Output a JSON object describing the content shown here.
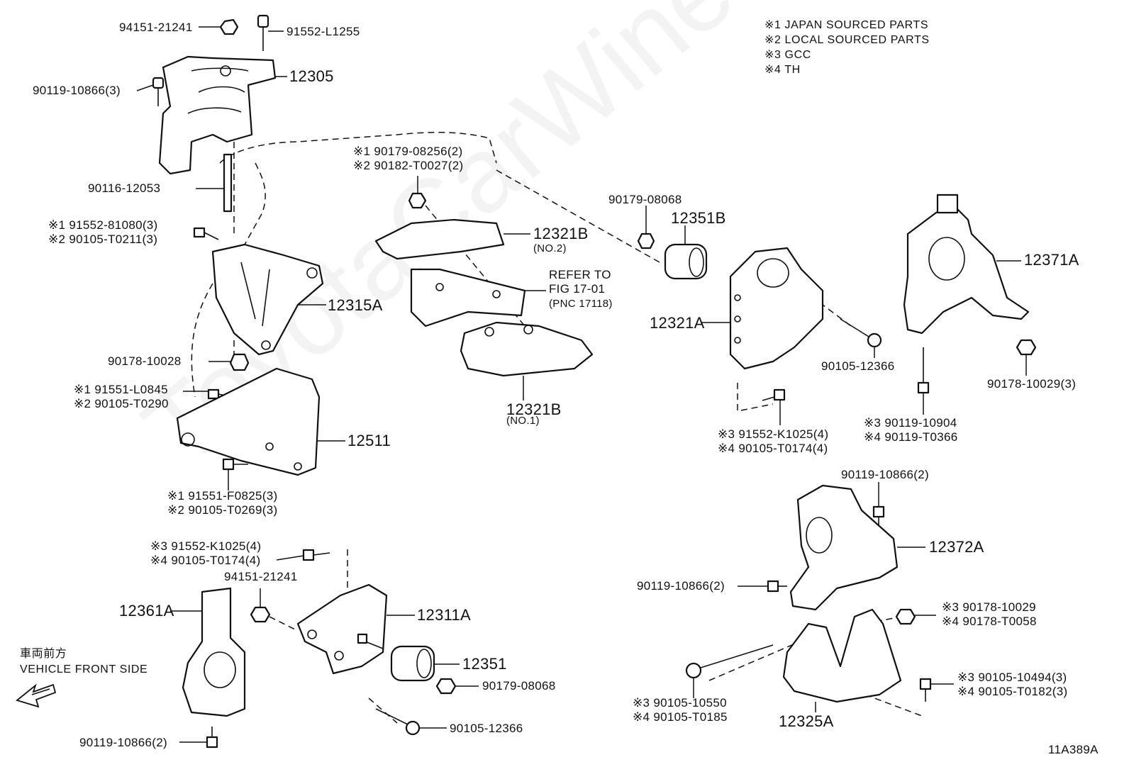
{
  "notes": [
    "※1 JAPAN SOURCED PARTS",
    "※2 LOCAL SOURCED PARTS",
    "※3 GCC",
    "※4 TH"
  ],
  "watermark": "ToyotaCarWine.ru",
  "figure_code": "11A389A",
  "front_direction": {
    "japanese": "車両前方",
    "english": "VEHICLE FRONT SIDE"
  },
  "refer": {
    "line1": "REFER TO",
    "line2": "FIG 17-01",
    "line3": "(PNC 17118)"
  },
  "parts": {
    "p94151_top": "94151-21241",
    "p91552_L1255": "91552-L1255",
    "p12305": "12305",
    "p90119_10866_3": "90119-10866(3)",
    "p90116_12053": "90116-12053",
    "p91552_81080": "※1 91552-81080(3)",
    "p90105_T0211": "※2 90105-T0211(3)",
    "p12315A": "12315A",
    "p90178_10028": "90178-10028",
    "p91551_L0845": "※1 91551-L0845",
    "p90105_T0290": "※2 90105-T0290",
    "p12511": "12511",
    "p91551_F0825": "※1 91551-F0825(3)",
    "p90105_T0269": "※2 90105-T0269(3)",
    "p90179_08256": "※1 90179-08256(2)",
    "p90182_T0027": "※2 90182-T0027(2)",
    "p12321B_no2": "12321B",
    "p12321B_no2_sub": "(NO.2)",
    "p12321B_no1": "12321B",
    "p12321B_no1_sub": "(NO.1)",
    "p90179_08068_top": "90179-08068",
    "p12351B": "12351B",
    "p12321A": "12321A",
    "p90105_12366_right": "90105-12366",
    "p91552_K1025_right": "※3 91552-K1025(4)",
    "p90105_T0174_right": "※4 90105-T0174(4)",
    "p12371A": "12371A",
    "p90178_10029_3": "90178-10029(3)",
    "p90119_10904": "※3 90119-10904",
    "p90119_T0366": "※4 90119-T0366",
    "p90119_10866_2_right": "90119-10866(2)",
    "p12372A": "12372A",
    "p90119_10866_2_mid": "90119-10866(2)",
    "p90178_10029_b": "※3 90178-10029",
    "p90178_T0058": "※4 90178-T0058",
    "p90105_10494": "※3 90105-10494(3)",
    "p90105_T0182": "※4 90105-T0182(3)",
    "p90105_10550": "※3 90105-10550",
    "p90105_T0185": "※4 90105-T0185",
    "p12325A": "12325A",
    "p91552_K1025_left": "※3 91552-K1025(4)",
    "p90105_T0174_left": "※4 90105-T0174(4)",
    "p94151_bottom": "94151-21241",
    "p12361A": "12361A",
    "p12311A": "12311A",
    "p12351": "12351",
    "p90179_08068_bottom": "90179-08068",
    "p90105_12366_bottom": "90105-12366",
    "p90119_10866_2_bottom": "90119-10866(2)"
  }
}
